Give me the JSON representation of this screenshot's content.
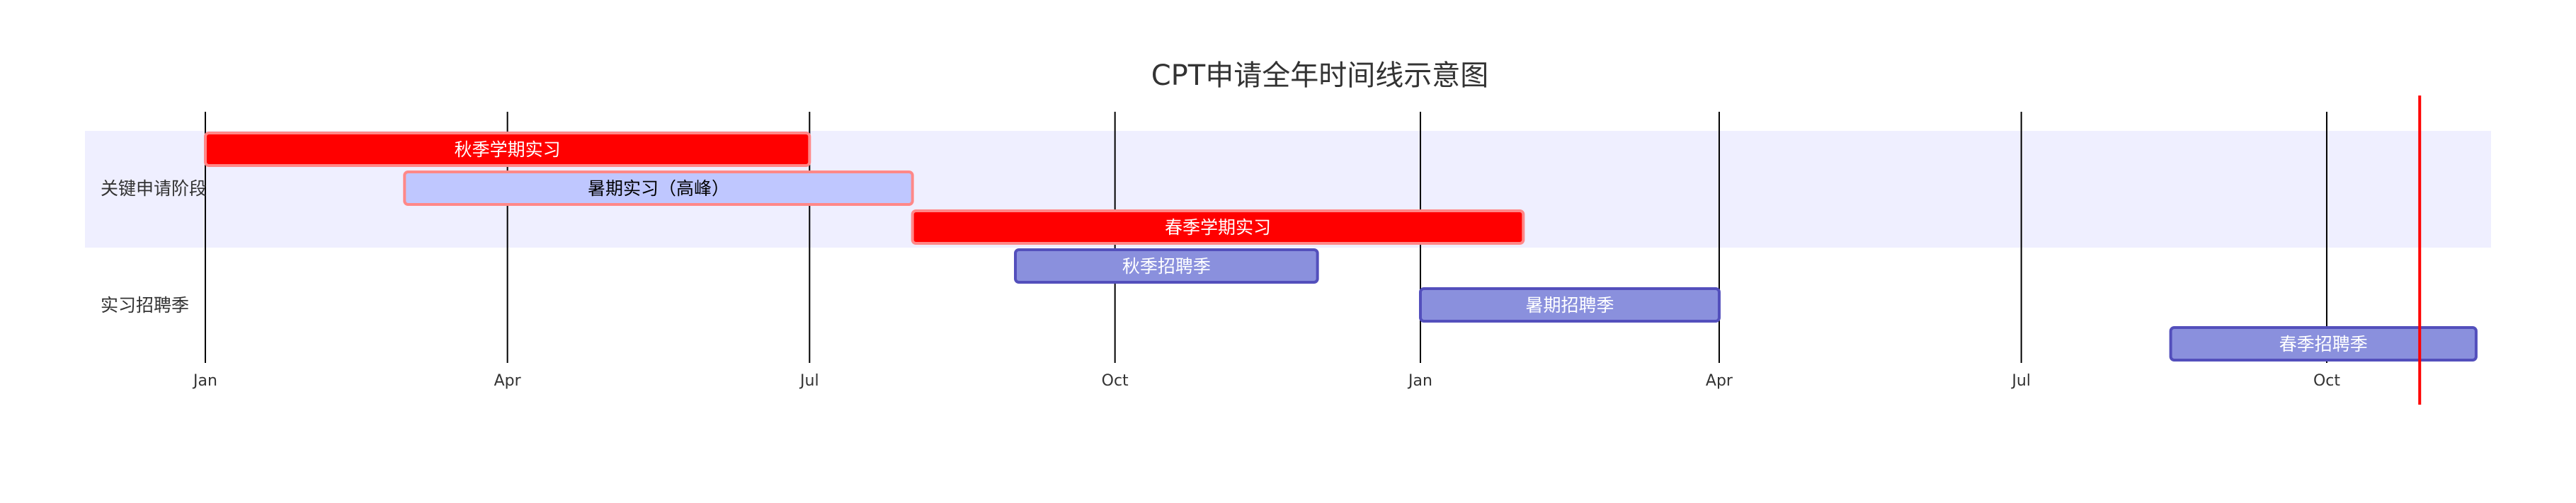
{
  "chart_data": {
    "type": "gantt",
    "title": "CPT申请全年时间线示意图",
    "x_range": [
      "2023-10-20",
      "2025-12-20"
    ],
    "ticks": [
      {
        "date": "2024-01-01",
        "label": "Jan"
      },
      {
        "date": "2024-04-01",
        "label": "Apr"
      },
      {
        "date": "2024-07-01",
        "label": "Jul"
      },
      {
        "date": "2024-10-01",
        "label": "Oct"
      },
      {
        "date": "2025-01-01",
        "label": "Jan"
      },
      {
        "date": "2025-04-01",
        "label": "Apr"
      },
      {
        "date": "2025-07-01",
        "label": "Jul"
      },
      {
        "date": "2025-10-01",
        "label": "Oct"
      }
    ],
    "today_marker": "2025-10-29",
    "sections": [
      {
        "name": "关键申请阶段",
        "tasks": [
          {
            "name": "秋季学期实习",
            "start": "2024-01-01",
            "end": "2024-07-01",
            "status": "crit"
          },
          {
            "name": "暑期实习（高峰）",
            "start": "2024-03-01",
            "end": "2024-08-01",
            "status": "active"
          },
          {
            "name": "春季学期实习",
            "start": "2024-08-01",
            "end": "2025-02-01",
            "status": "crit"
          }
        ]
      },
      {
        "name": "实习招聘季",
        "tasks": [
          {
            "name": "秋季招聘季",
            "start": "2024-09-01",
            "end": "2024-12-01",
            "status": "normal"
          },
          {
            "name": "暑期招聘季",
            "start": "2025-01-01",
            "end": "2025-04-01",
            "status": "normal"
          },
          {
            "name": "春季招聘季",
            "start": "2025-08-15",
            "end": "2025-11-15",
            "status": "normal"
          }
        ]
      }
    ]
  },
  "colors": {
    "section_band_odd": "#efefff",
    "section_band_even": "#ffffff",
    "crit_fill": "#ff0000",
    "crit_stroke": "#ff8888",
    "crit_text": "#ffffff",
    "active_fill": "#bfc7ff",
    "active_stroke": "#ff8888",
    "active_text": "#000000",
    "normal_fill": "#8a90dd",
    "normal_stroke": "#534fbc",
    "normal_text": "#ffffff",
    "today_line": "#ff0000",
    "grid_line": "#000000"
  }
}
